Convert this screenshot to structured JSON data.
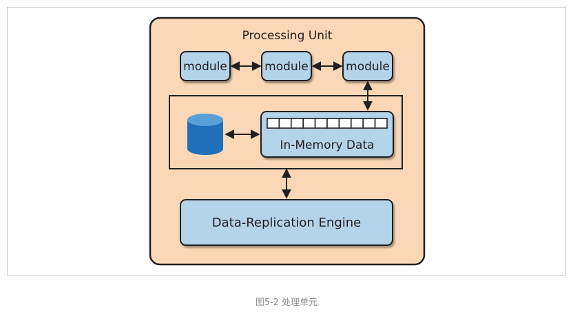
{
  "diagram": {
    "container_title": "Processing Unit",
    "modules": [
      "module",
      "module",
      "module"
    ],
    "memory_label": "In-Memory Data",
    "engine_label": "Data-Replication Engine",
    "colors": {
      "container_fill": "#fad8b7",
      "box_fill": "#b3d4ea",
      "outline": "#231f20",
      "database_fill": "#1f6fba",
      "database_top": "#5aa0d8"
    }
  },
  "caption": "图5-2 处理单元"
}
